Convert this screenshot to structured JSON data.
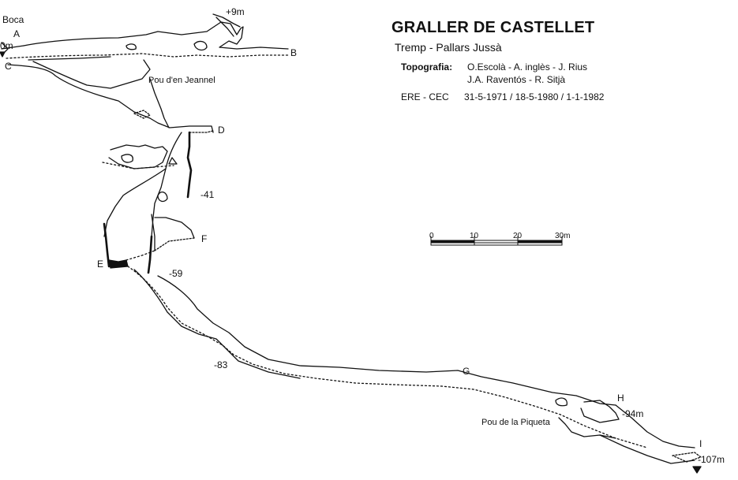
{
  "header": {
    "title": "GRALLER DE CASTELLET",
    "location": "Tremp  - Pallars Jussà",
    "topografia_label": "Topografia:",
    "topografia_line1": "O.Escolà - A. inglès - J. Rius",
    "topografia_line2": "J.A. Raventós - R. Sitjà",
    "ere_label": "ERE - CEC",
    "ere_dates": "31-5-1971 / 18-5-1980 / 1-1-1982"
  },
  "scale_bar": {
    "ticks": [
      "0",
      "10",
      "20",
      "30m"
    ]
  },
  "labels": {
    "boca": "Boca",
    "a": "A",
    "zero": "0m",
    "c": "C",
    "plus9": "+9m",
    "b": "B",
    "pou_jeannel": "Pou d'en Jeannel",
    "d": "D",
    "minus41": "-41",
    "f": "F",
    "e": "E",
    "minus59": "-59",
    "minus83": "-83",
    "g": "G",
    "h": "H",
    "minus94": "-94m",
    "pou_piqueta": "Pou de la Piqueta",
    "i": "I",
    "minus107": "-107m"
  },
  "colors": {
    "ink": "#111111",
    "background": "#ffffff"
  }
}
